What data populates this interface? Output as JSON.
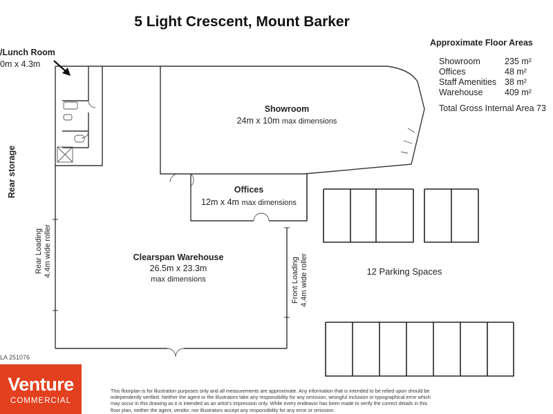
{
  "title": "5 Light Crescent, Mount Barker",
  "floor_areas": {
    "heading": "Approximate Floor Areas",
    "rows": [
      {
        "label": "Showroom",
        "value": "235 m²"
      },
      {
        "label": "Offices",
        "value": "48 m²"
      },
      {
        "label": "Staff Amenities",
        "value": "38 m²"
      },
      {
        "label": "Warehouse",
        "value": "409 m²"
      }
    ],
    "total": "Total Gross Internal Area 73"
  },
  "rooms": {
    "lunch_room": {
      "name": "/Lunch Room",
      "dims": "0m x 4.3m"
    },
    "showroom": {
      "name": "Showroom",
      "dims": "24m x 10m",
      "note": "max dimensions"
    },
    "offices": {
      "name": "Offices",
      "dims": "12m x 4m",
      "note": "max dimensions"
    },
    "warehouse": {
      "name": "Clearspan Warehouse",
      "dims": "26.5m x 23.3m",
      "note": "max dimensions"
    },
    "rear_storage": {
      "name": "Rear storage"
    }
  },
  "doors": {
    "rear_loading": {
      "line1": "Rear Loading",
      "line2": "4.4m wide roller"
    },
    "front_loading": {
      "line1": "Front Loading",
      "line2": "4.4m wide roller"
    }
  },
  "parking": {
    "label": "12 Parking Spaces"
  },
  "plan_ref": "LA 251076",
  "logo": {
    "main": "Venture",
    "sub": "COMMERCIAL"
  },
  "disclaimer": "This floorplan is for illustration purposes only and all measurements are approximate. Any information that is intended to be relied upon should be independently verified. Neither the agent or the illustrators take any responsibility for any omission, wrongful inclusion or typographical error which may occur in this drawing as it is intended as an artist's impression only. While every endeavor has been made to verify the correct details in this floor plan, neither the agent, vendor, nor illustrators accept any responsibility for any error or omission."
}
